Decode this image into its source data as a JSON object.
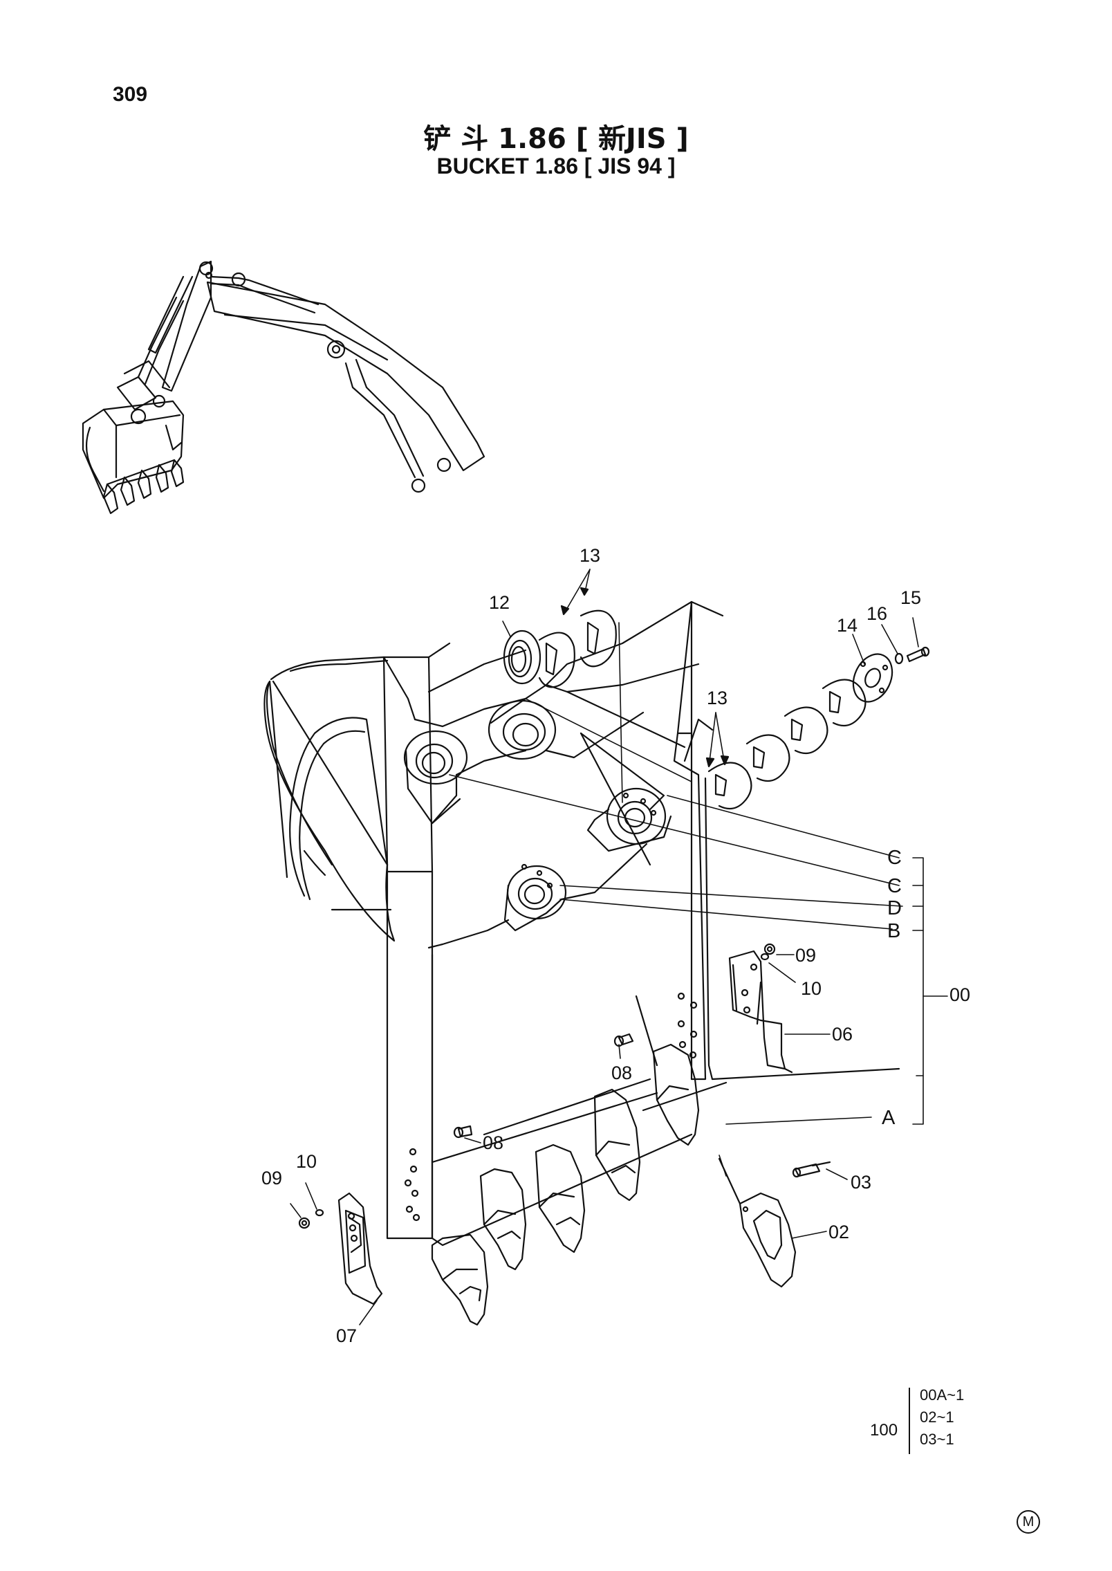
{
  "page_number": "309",
  "title_cn": "铲 斗 1.86 [ 新JIS ]",
  "title_en": "BUCKET  1.86 [ JIS 94 ]",
  "callouts": {
    "p13_top": "13",
    "p12": "12",
    "p14": "14",
    "p16": "16",
    "p15": "15",
    "p13_mid": "13",
    "c1": "C",
    "c2": "C",
    "d": "D",
    "b": "B",
    "a": "A",
    "p00": "00",
    "p09_right": "09",
    "p10_right": "10",
    "p06": "06",
    "p08_right": "08",
    "p08_left": "08",
    "p03": "03",
    "p02": "02",
    "p09_left": "09",
    "p10_left": "10",
    "p07": "07"
  },
  "variant_block": {
    "group": "100",
    "items": [
      "00A~1",
      "02~1",
      "03~1"
    ]
  },
  "mark": "M",
  "icons": [
    "excavator-overview-icon",
    "bucket-assembly-icon",
    "tooth-icon",
    "pin-icon",
    "shim-icon",
    "plate-icon"
  ]
}
